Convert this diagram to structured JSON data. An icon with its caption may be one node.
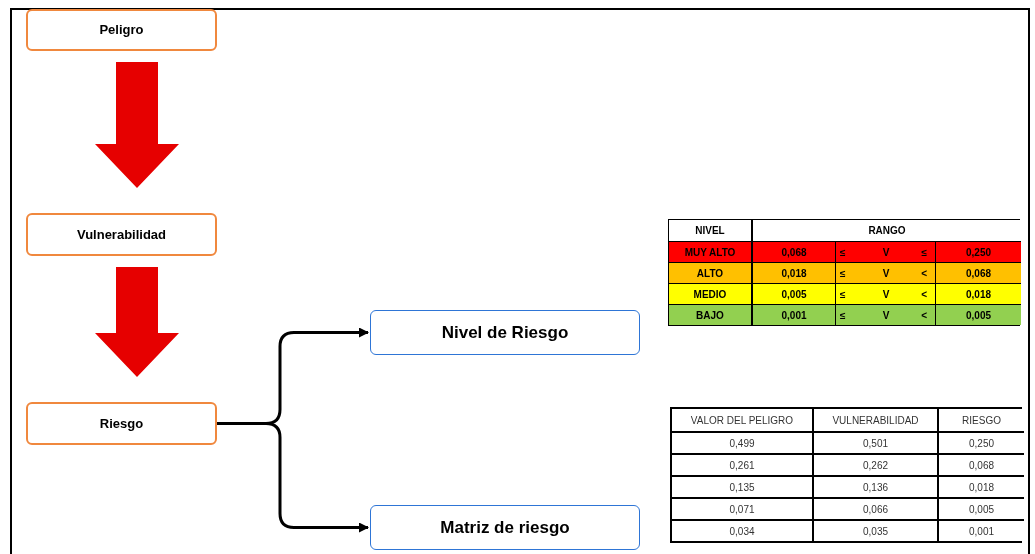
{
  "diagram": {
    "nodes": [
      {
        "text": [
          "Peligro"
        ]
      },
      {
        "text": [
          "Vulnerabilidad"
        ]
      },
      {
        "text": [
          "Riesgo"
        ]
      },
      {
        "text": [
          "Nivel de Riesgo"
        ]
      },
      {
        "text": [
          "Matriz de riesgo"
        ]
      }
    ],
    "edges": [
      {
        "from": 0,
        "to": 1,
        "arrow": "to",
        "style": "thick",
        "color": "#e60000"
      },
      {
        "from": 1,
        "to": 2,
        "arrow": "to",
        "style": "thick",
        "color": "#e60000"
      },
      {
        "from": 2,
        "to": 3,
        "arrow": "to"
      },
      {
        "from": 2,
        "to": 4,
        "arrow": "to"
      }
    ],
    "labels": [
      "NIVEL",
      "RANGO",
      "MUY ALTO",
      "0,068",
      "≤",
      "V",
      "≤",
      "0,250",
      "ALTO",
      "0,018",
      "≤",
      "V",
      "<",
      "0,068",
      "MEDIO",
      "0,005",
      "≤",
      "V",
      "<",
      "0,018",
      "BAJO",
      "0,001",
      "≤",
      "V",
      "<",
      "0,005",
      "VALOR DEL PELIGRO",
      "VULNERABILIDAD",
      "RIESGO",
      "0,499",
      "0,501",
      "0,250",
      "0,261",
      "0,262",
      "0,068",
      "0,135",
      "0,136",
      "0,018",
      "0,071",
      "0,066",
      "0,005",
      "0,034",
      "0,035",
      "0,001"
    ]
  }
}
